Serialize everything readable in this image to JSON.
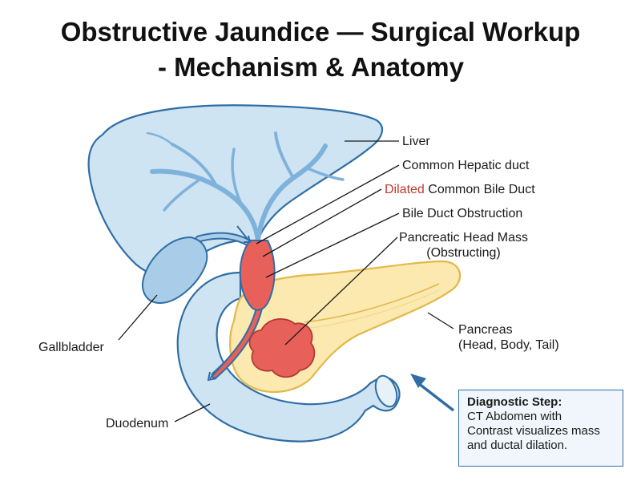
{
  "title_line1": "Obstructive Jaundice — Surgical Workup",
  "title_line2": "- Mechanism & Anatomy",
  "labels": {
    "liver": "Liver",
    "common_hepatic_duct": "Common Hepatic duct",
    "cbd_dilated_word": "Dilated",
    "cbd_rest": " Common Bile Duct",
    "bile_duct_obstruction": "Bile Duct Obstruction",
    "pancreatic_mass_line1": "Pancreatic Head Mass",
    "pancreatic_mass_line2": "(Obstructing)",
    "pancreas_line1": "Pancreas",
    "pancreas_line2": "(Head, Body, Tail)",
    "gallbladder": "Gallbladder",
    "duodenum": "Duodenum"
  },
  "diagnostic": {
    "heading": "Diagnostic Step:",
    "line1": "CT Abdomen with",
    "line2": "Contrast visualizes mass",
    "line3": "and ductal dilation."
  },
  "colors": {
    "outline": "#2f6ea5",
    "liver_fill": "#cfe4f3",
    "duct_fill": "#a9cde8",
    "pancreas_fill": "#fbe9b0",
    "pancreas_outline": "#e2b84a",
    "obstruction_red": "#e8605a",
    "dilated_text": "#c0392b"
  }
}
